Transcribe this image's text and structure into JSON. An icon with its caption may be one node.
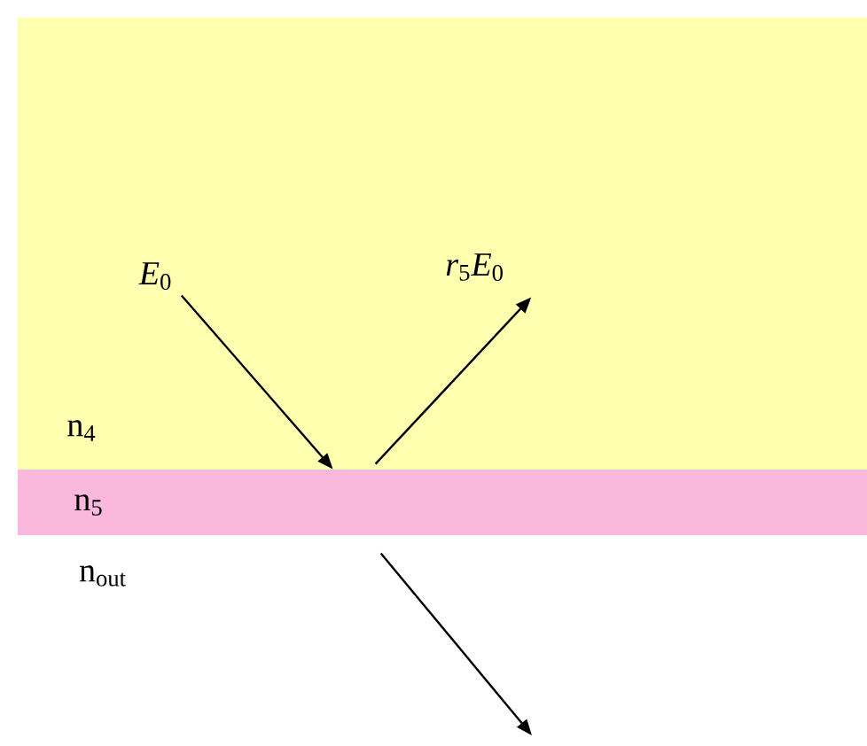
{
  "diagram": {
    "nodes": [
      {
        "text": [
          "n$_{4}$"
        ]
      },
      {
        "text": [
          "n$_{5}$"
        ]
      },
      {
        "text": [
          "*E*$_{0}$"
        ],
        "in": 0
      },
      {
        "text": [
          "*r*$_{5}$*E*$_{0}$"
        ],
        "in": 0
      }
    ],
    "edges": [
      {
        "from": 2,
        "to": 1,
        "arrow": "to"
      },
      {
        "from": 1,
        "to": 3,
        "arrow": "to"
      },
      {
        "from": 1,
        "to": null,
        "arrow": "to"
      }
    ],
    "labels": [
      "n$_{out}$"
    ]
  }
}
